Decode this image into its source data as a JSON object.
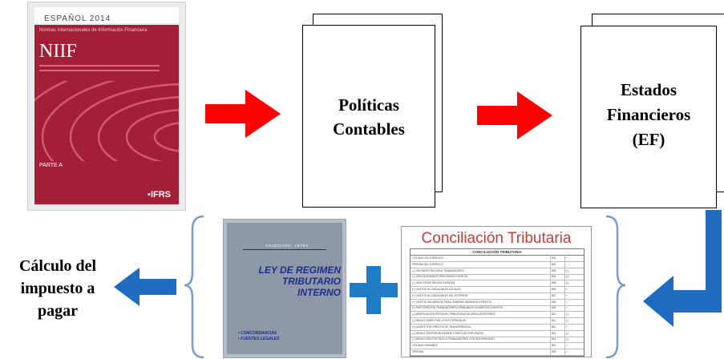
{
  "niif_book": {
    "year_label": "ESPAÑOL 2014",
    "subtitle": "Normas Internacionales de Información Financiera",
    "title": "NIIF",
    "part_label": "PARTE A",
    "brand": "IFRS"
  },
  "policies_doc": {
    "line1": "Políticas",
    "line2": "Contables"
  },
  "statements_doc": {
    "line1": "Estados",
    "line2": "Financieros",
    "line3": "(EF)"
  },
  "tax_calc_label": {
    "line1": "Cálculo del",
    "line2": "impuesto a",
    "line3": "pagar"
  },
  "ley_book": {
    "collection": "COLECCIÓN - LEYES",
    "title_line1": "LEY DE REGIMEN",
    "title_line2": "TRIBUTARIO",
    "title_line3": "INTERNO",
    "bullet1": "• CONCORDANCIAS",
    "bullet2": "• FUENTES LEGALES"
  },
  "conciliation": {
    "title": "Conciliación Tributaria",
    "table_header": "CONCILIACIÓN TRIBUTARIA",
    "rows": [
      {
        "label": "UTILIDAD DEL EJERCICIO",
        "code": "801",
        "sign": "+"
      },
      {
        "label": "PÉRDIDA DEL EJERCICIO",
        "code": "802",
        "sign": "-"
      },
      {
        "label": "(-) 15% PARTICIPACIÓN A TRABAJADORES",
        "code": "803",
        "sign": "(-)"
      },
      {
        "label": "(-) 100% DIVIDENDOS PERCIBIDOS EXENTOS",
        "code": "804",
        "sign": "(-)"
      },
      {
        "label": "(-) 100% OTRAS RENTAS EXENTAS",
        "code": "805",
        "sign": "(-)"
      },
      {
        "label": "(+) GASTOS NO DEDUCIBLES LOCALES",
        "code": "806",
        "sign": "+"
      },
      {
        "label": "(+) GASTOS NO DEDUCIBLES DEL EXTERIOR",
        "code": "807",
        "sign": "+"
      },
      {
        "label": "(+) GASTOS INCURRIDOS PARA GENERAR INGRESOS EXENTOS",
        "code": "808",
        "sign": "+"
      },
      {
        "label": "(+) PARTICIPACIÓN TRABAJADORES ATRIBUIBLES A INGRESOS EXENTOS",
        "code": "809",
        "sign": "+"
      },
      {
        "label": "(-) AMORTIZACIÓN PÉRDIDAS TRIBUTARIAS DE AÑOS ANTERIORES",
        "code": "810",
        "sign": "(-)"
      },
      {
        "label": "(-) DEDUCCIONES POR LEYES ESPECIALES",
        "code": "811",
        "sign": "(-)"
      },
      {
        "label": "(+) AJUSTE POR PRECIOS DE TRANSFERENCIA",
        "code": "812",
        "sign": "+"
      },
      {
        "label": "(-) DEDUCCIÓN POR INCREMENTO NETO DE EMPLEADOS",
        "code": "813",
        "sign": "(-)"
      },
      {
        "label": "(-) DEDUCCIÓN POR PAGO A TRABAJADORES CON DISCAPACIDAD",
        "code": "814",
        "sign": "(-)"
      },
      {
        "label": "UTILIDAD GRAVABLE",
        "code": "819",
        "sign": "="
      },
      {
        "label": "PÉRDIDA",
        "code": "829",
        "sign": "="
      }
    ]
  },
  "colors": {
    "red_arrow": "#ff0000",
    "blue_arrow": "#1f6cc0",
    "brace": "#7a9cc6",
    "plus": "#1f7bc4",
    "niif_red": "#a31f37"
  }
}
